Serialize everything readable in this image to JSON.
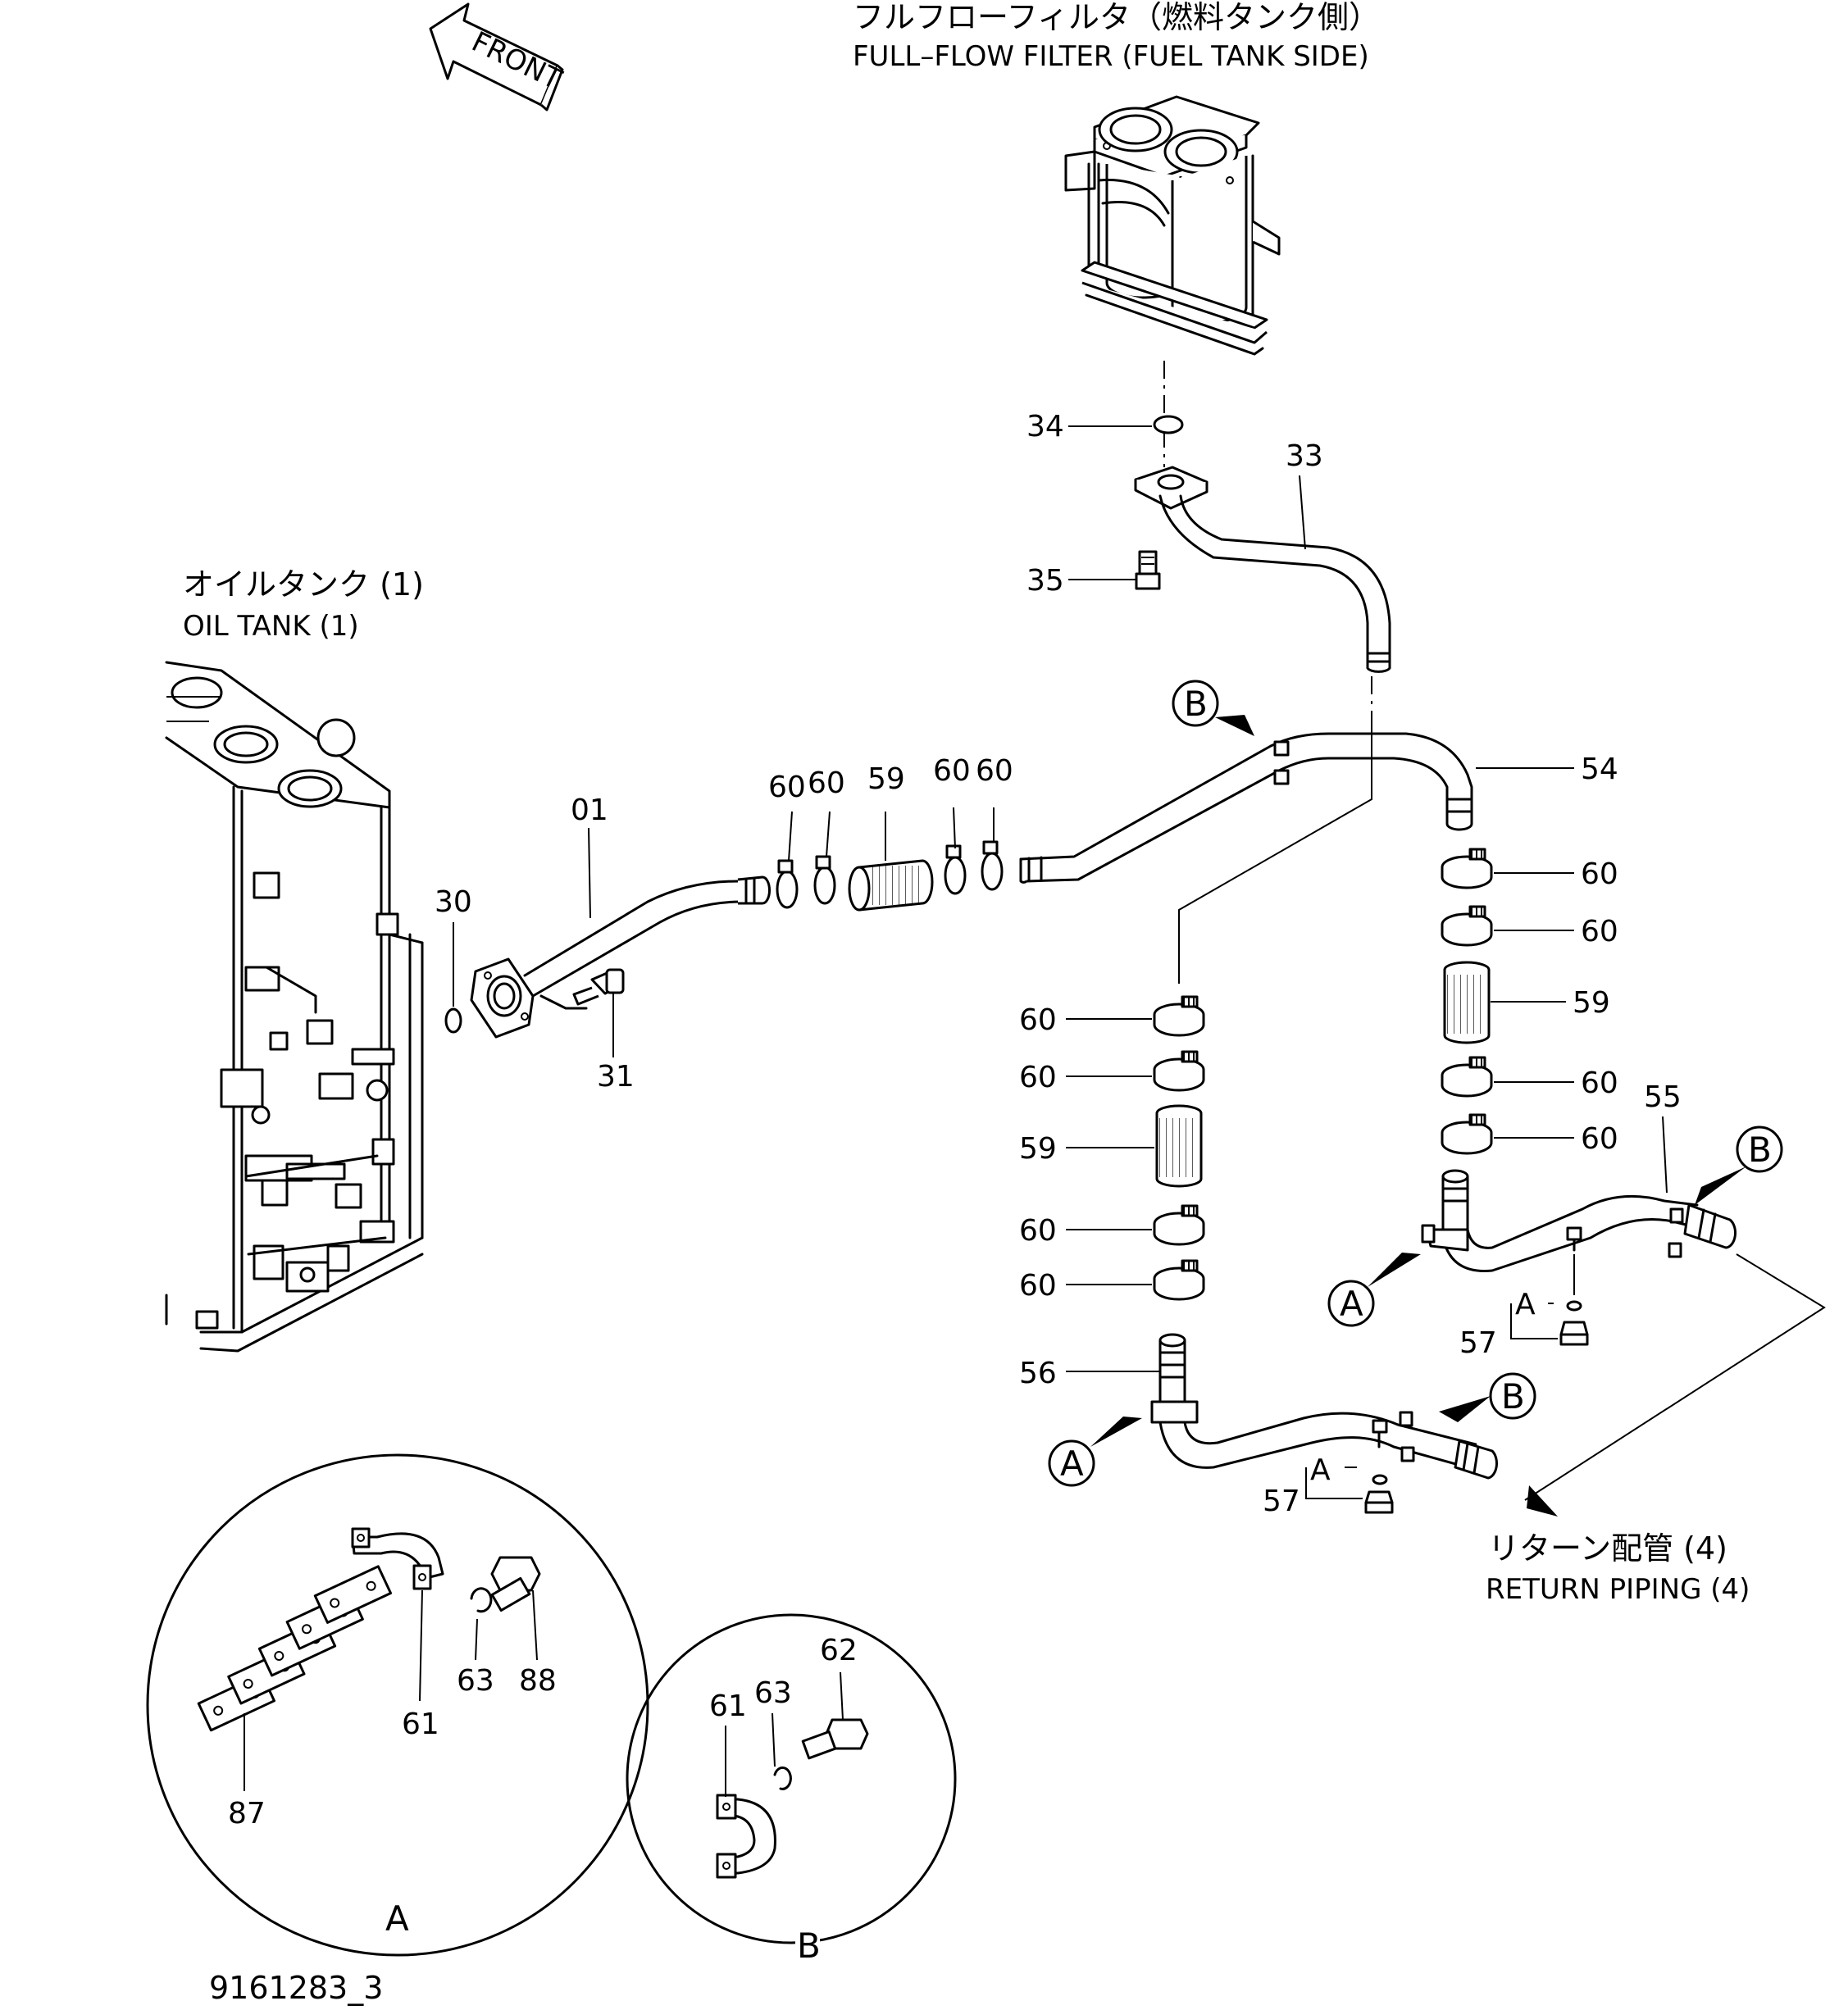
{
  "labels": {
    "front": "FRONT",
    "filter_jp": "フルフローフィルタ（燃料タンク側）",
    "filter_en": "FULL–FLOW FILTER (FUEL TANK SIDE)",
    "oil_tank_jp": "オイルタンク (1)",
    "oil_tank_en": "OIL TANK (1)",
    "return_jp": "リターン配管 (4)",
    "return_en": "RETURN PIPING (4)",
    "drawing_id": "9161283_3"
  },
  "callouts": {
    "p01": "01",
    "p30": "30",
    "p31": "31",
    "p33": "33",
    "p34": "34",
    "p35": "35",
    "p54": "54",
    "p55": "55",
    "p56": "56",
    "p57": "57",
    "p59": "59",
    "p60": "60",
    "p61": "61",
    "p62": "62",
    "p63": "63",
    "p87": "87",
    "p88": "88"
  },
  "refs": {
    "a": "A",
    "b": "B"
  }
}
